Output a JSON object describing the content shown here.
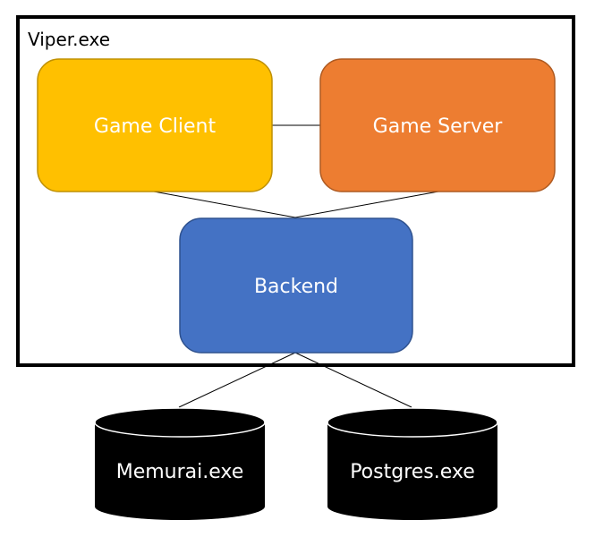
{
  "container": {
    "label": "Viper.exe"
  },
  "components": {
    "game_client": {
      "label": "Game Client",
      "fill": "#FFC000",
      "stroke": "#BF9000"
    },
    "game_server": {
      "label": "Game Server",
      "fill": "#ED7D31",
      "stroke": "#AE5A21"
    },
    "backend": {
      "label": "Backend",
      "fill": "#4472C4",
      "stroke": "#2F528F"
    }
  },
  "databases": {
    "memurai": {
      "label": "Memurai.exe",
      "fill": "#000000"
    },
    "postgres": {
      "label": "Postgres.exe",
      "fill": "#000000"
    }
  }
}
